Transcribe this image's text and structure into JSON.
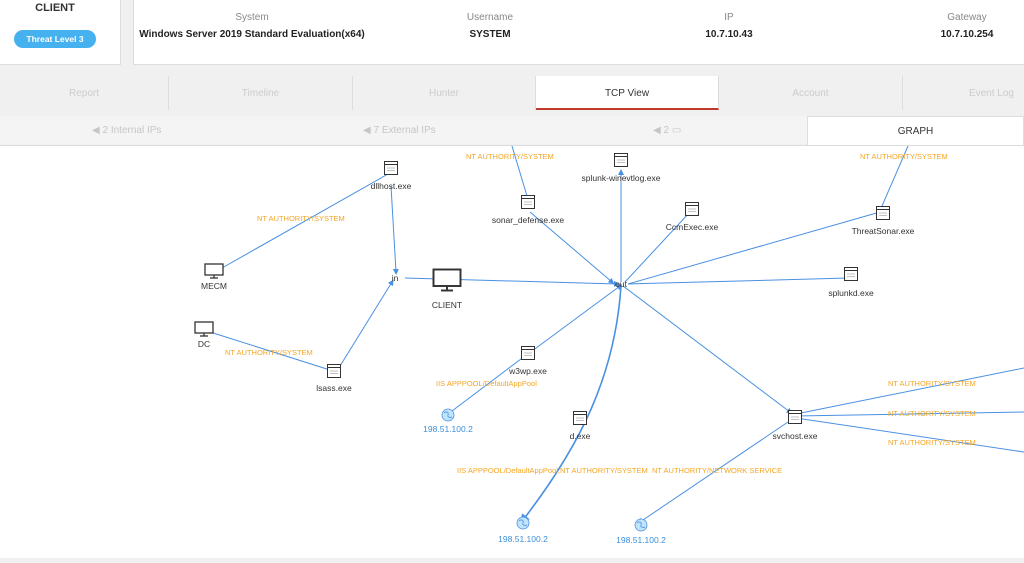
{
  "client": {
    "title": "CLIENT",
    "threat_level": "Threat Level 3"
  },
  "info": {
    "system_label": "System",
    "system_value": "Windows Server 2019 Standard Evaluation(x64)",
    "username_label": "Username",
    "username_value": "SYSTEM",
    "ip_label": "IP",
    "ip_value": "10.7.10.43",
    "gateway_label": "Gateway",
    "gateway_value": "10.7.10.254"
  },
  "tabs": [
    "Report",
    "Timeline",
    "Hunter",
    "TCP View",
    "Account",
    "Event Log"
  ],
  "active_tab": "TCP View",
  "subtabs": {
    "internal": "2 Internal IPs",
    "external": "7 External IPs",
    "count": "2",
    "graph": "GRAPH"
  },
  "graph": {
    "client_label": "CLIENT",
    "in_label": "in",
    "out_label": "out",
    "hosts": {
      "mecm": "MECM",
      "dc": "DC"
    },
    "processes": {
      "dllhost": "dllhost.exe",
      "lsass": "lsass.exe",
      "sonar_defense": "sonar_defense.exe",
      "splunk_winevtlog": "splunk-winevtlog.exe",
      "ccmexec": "CcmExec.exe",
      "threatsonar": "ThreatSonar.exe",
      "splunkd": "splunkd.exe",
      "w3wp": "w3wp.exe",
      "d": "d.exe",
      "svchost": "svchost.exe"
    },
    "ips": {
      "ip1": "198.51.100.2",
      "ip2": "198.51.100.2",
      "ip3": "198.51.100.2"
    },
    "edge_labels": {
      "e1": "NT AUTHORITY/SYSTEM",
      "e2": "NT AUTHORITY/SYSTEM",
      "e3": "NT AUTHORITY/SYSTEM",
      "e4": "NT AUTHORITY/SYSTEM",
      "e5": "IIS APPPOOL/DefaultAppPool",
      "e6": "IIS APPPOOL/DefaultAppPool,NT AUTHORITY/SYSTEM",
      "e7": "NT AUTHORITY/NETWORK SERVICE",
      "e8": "NT AUTHORITY/SYSTEM",
      "e9": "NT AUTHORITY/SYSTEM",
      "e10": "NT AUTHORITY/SYSTEM"
    },
    "colors": {
      "edge": "#4a90e2",
      "label": "#f5a623",
      "ip_text": "#3b8fd9"
    }
  }
}
